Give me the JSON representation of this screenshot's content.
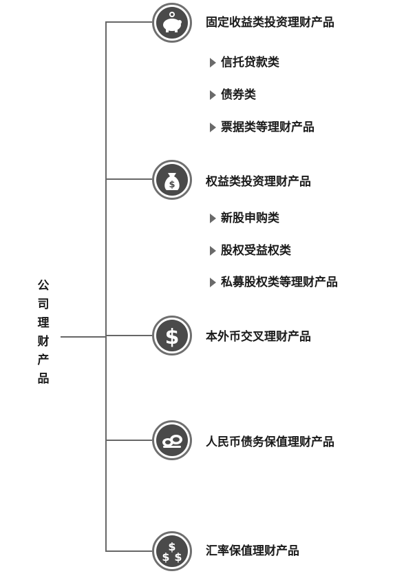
{
  "colors": {
    "line": "#666666",
    "icon_fill": "#4a4a4a",
    "icon_ring": "#6f6f6f",
    "text": "#1a1a1a"
  },
  "root": {
    "chars": [
      "公",
      "司",
      "理",
      "财",
      "产",
      "品"
    ]
  },
  "categories": [
    {
      "label": "固定收益类投资理财产品",
      "icon": "piggy-bank-icon",
      "items": [
        "信托贷款类",
        "债券类",
        "票据类等理财产品"
      ]
    },
    {
      "label": "权益类投资理财产品",
      "icon": "money-bag-icon",
      "items": [
        "新股申购类",
        "股权受益权类",
        "私募股权类等理财产品"
      ]
    },
    {
      "label": "本外币交叉理财产品",
      "icon": "dollar-sign-icon",
      "items": []
    },
    {
      "label": "人民币债务保值理财产品",
      "icon": "coins-icon",
      "items": []
    },
    {
      "label": "汇率保值理财产品",
      "icon": "multi-dollar-icon",
      "items": []
    }
  ]
}
